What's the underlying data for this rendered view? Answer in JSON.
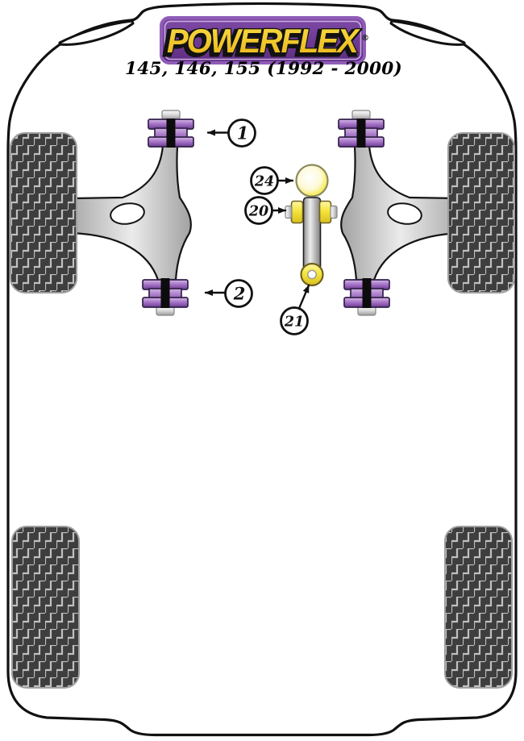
{
  "header": {
    "logo_text": "POWERFLEX",
    "registered_mark": "®",
    "subtitle": "145, 146, 155 (1992 - 2000)"
  },
  "callouts": {
    "c1": {
      "label": "1"
    },
    "c2": {
      "label": "2"
    },
    "c20": {
      "label": "20"
    },
    "c21": {
      "label": "21"
    },
    "c24": {
      "label": "24"
    }
  },
  "colors": {
    "logo_purple": "#6e3b94",
    "logo_border_purple": "#8f5cb8",
    "logo_yellow": "#f2c41a",
    "bushing_purple": "#9a66bd",
    "bushing_yellow": "#f3df2e",
    "tire_dark": "#3e3e3e",
    "tread_light": "#c0c0c0",
    "outline_black": "#111111"
  }
}
